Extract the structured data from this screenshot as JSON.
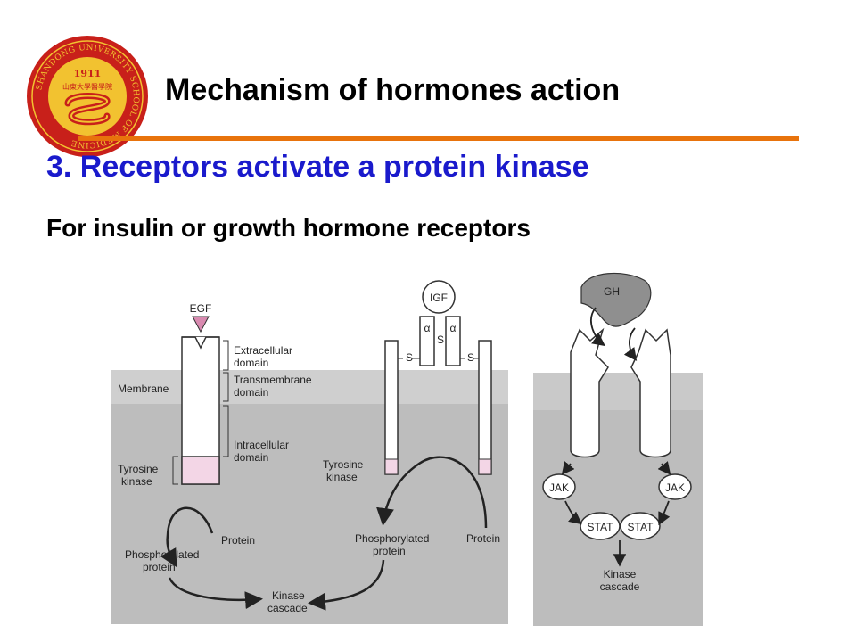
{
  "slide": {
    "title": "Mechanism of hormones action",
    "heading": "3. Receptors activate  a protein kinase",
    "subheading": "For insulin or growth hormone receptors"
  },
  "logo": {
    "icon": "university-seal-icon",
    "ring_text": "SHANDONG UNIVERSITY SCHOOL OF MEDICINE",
    "year": "1911",
    "chinese_name": "山東大學醫學院"
  },
  "colors": {
    "accent_orange": "#E8730C",
    "heading_blue": "#1A1ACC",
    "seal_red": "#C8201A",
    "seal_gold": "#F2C230",
    "membrane_gray": "#C9C9C9",
    "cytoplasm_gray": "#BDBDBD"
  },
  "diagram": {
    "panel_egf": {
      "ligand": "EGF",
      "membrane": "Membrane",
      "extracellular": "Extracellular",
      "extracellular2": "domain",
      "transmembrane": "Transmembrane",
      "transmembrane2": "domain",
      "intracellular": "Intracellular",
      "intracellular2": "domain",
      "tyrosine": "Tyrosine",
      "tyrosine2": "kinase",
      "protein": "Protein",
      "phospho": "Phosphorylated",
      "phospho2": "protein",
      "cascade": "Kinase",
      "cascade2": "cascade"
    },
    "panel_igf": {
      "ligand": "IGF",
      "alpha": "α",
      "s": "S",
      "tyrosine": "Tyrosine",
      "tyrosine2": "kinase",
      "phospho": "Phosphorylated",
      "phospho2": "protein",
      "protein": "Protein"
    },
    "panel_gh": {
      "ligand": "GH",
      "jak": "JAK",
      "stat": "STAT",
      "cascade": "Kinase",
      "cascade2": "cascade"
    }
  }
}
